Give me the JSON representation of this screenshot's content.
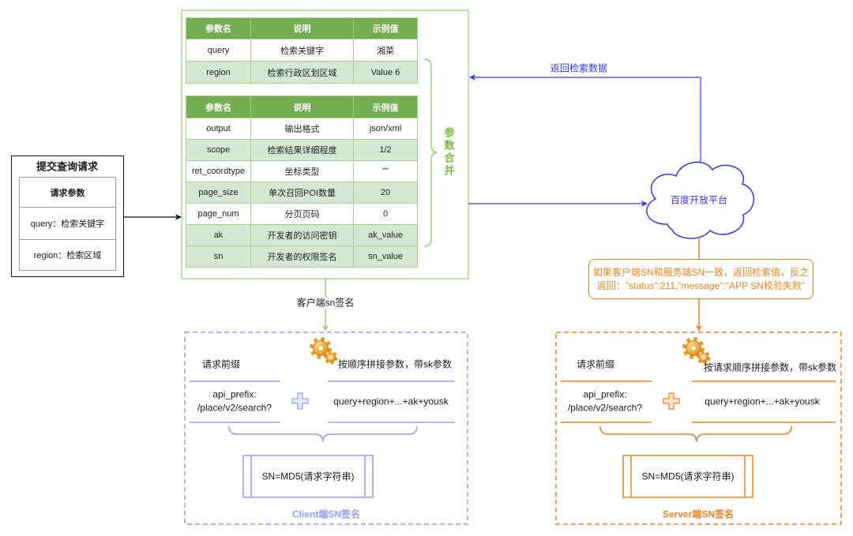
{
  "colors": {
    "green_header": "#74ad52",
    "green_light": "#d5e8d4",
    "green_line": "#97d077",
    "green_text": "#7cbb46",
    "blue": "#3333ff",
    "client_purple": "#9999ff",
    "server_orange": "#f0821e"
  },
  "request_box": {
    "title": "提交查询请求",
    "header": "请求参数",
    "rows": [
      "query：检索关键字",
      "region：检索区域"
    ]
  },
  "table1": {
    "headers": [
      "参数名",
      "说明",
      "示例值"
    ],
    "rows": [
      [
        "query",
        "检索关键字",
        "湘菜"
      ],
      [
        "region",
        "检索行政区划区域",
        "Value 6"
      ]
    ]
  },
  "table2": {
    "headers": [
      "参数名",
      "说明",
      "示例值"
    ],
    "rows": [
      [
        "output",
        "输出格式",
        "json/xml"
      ],
      [
        "scope",
        "检索结果详细程度",
        "1/2"
      ],
      [
        "ret_coordtype",
        "坐标类型",
        "\"\""
      ],
      [
        "page_size",
        "单次召回POI数量",
        "20"
      ],
      [
        "page_num",
        "分页页码",
        "0"
      ],
      [
        "ak",
        "开发者的访问密钥",
        "ak_value"
      ],
      [
        "sn",
        "开发者的权限签名",
        "sn_value"
      ]
    ]
  },
  "merge_label": "参数合并",
  "client_flow_label": "客户端sn签名",
  "return_label": "返回检索数据",
  "platform": {
    "name": "百度开放平台",
    "icon": "cloud-icon"
  },
  "notice_lines": [
    "如果客户端SN和服务端SN一致，返回检索值，反之",
    "返回：\"status\":211,\"message\":\"APP SN校验失败\""
  ],
  "client": {
    "icon": "gear-icon",
    "prefix_label": "请求前缀",
    "concat_label": "按顺序拼接参数，带sk参数",
    "api_prefix": [
      "api_prefix:",
      "/place/v2/search?"
    ],
    "operator_icon": "plus-icon",
    "params": "query+region+...+ak+yousk",
    "formula": "SN=MD5(请求字符串)",
    "title": "Client端SN签名"
  },
  "server": {
    "icon": "gear-icon",
    "prefix_label": "请求前缀",
    "concat_label": "按请求顺序拼接参数，带sk参数",
    "api_prefix": [
      "api_prefix:",
      "/place/v2/search?"
    ],
    "operator_icon": "plus-icon",
    "params": "query+region+...+ak+yousk",
    "formula": "SN=MD5(请求字符串)",
    "title": "Server端SN签名"
  }
}
